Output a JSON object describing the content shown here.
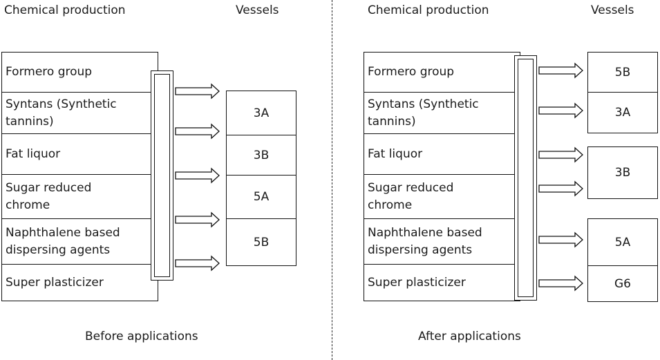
{
  "before": {
    "header_chemicals": "Chemical production",
    "header_vessels": "Vessels",
    "chemicals": [
      "Formero group",
      "Syntans (Synthetic tannins)",
      "Fat liquor",
      "Sugar reduced chrome",
      "Naphthalene based dispersing agents",
      "Super plasticizer"
    ],
    "vessels": [
      "3A",
      "3B",
      "5A",
      "5B"
    ],
    "caption": "Before applications"
  },
  "after": {
    "header_chemicals": "Chemical production",
    "header_vessels": "Vessels",
    "chemicals": [
      "Formero group",
      "Syntans (Synthetic tannins)",
      "Fat liquor",
      "Sugar reduced chrome",
      "Naphthalene based dispersing agents",
      "Super plasticizer"
    ],
    "vessels": [
      "5B",
      "3A",
      "3B",
      "5A",
      "G6"
    ],
    "caption": "After applications"
  }
}
